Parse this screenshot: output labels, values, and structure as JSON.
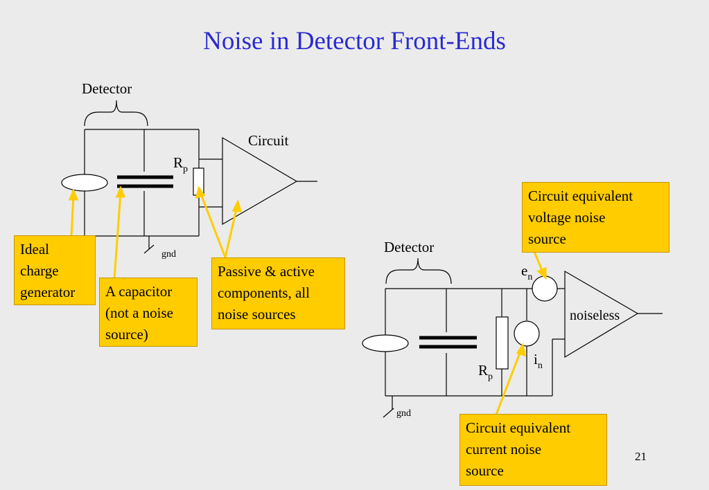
{
  "title": "Noise in Detector Front-Ends",
  "page_number": "21",
  "colors": {
    "title": "#2a2ad0",
    "callout_fill": "#ffcc00",
    "arrow": "#ffcc00"
  },
  "left_diagram": {
    "detector_label": "Detector",
    "circuit_label": "Circuit",
    "rp_main": "R",
    "rp_sub": "p",
    "gnd_label": "gnd"
  },
  "right_diagram": {
    "detector_label": "Detector",
    "en_main": "e",
    "en_sub": "n",
    "in_main": "i",
    "in_sub": "n",
    "rp_main": "R",
    "rp_sub": "p",
    "amp_label": "noiseless",
    "gnd_label": "gnd"
  },
  "callouts": {
    "ideal_charge": [
      "Ideal",
      "charge",
      "generator"
    ],
    "capacitor": [
      "A capacitor",
      "(not a noise",
      "source)"
    ],
    "passive_active": [
      "Passive & active",
      "components, all",
      "noise sources"
    ],
    "voltage_noise": [
      "Circuit equivalent",
      "voltage noise",
      "source"
    ],
    "current_noise": [
      "Circuit equivalent",
      "current noise",
      "source"
    ]
  }
}
